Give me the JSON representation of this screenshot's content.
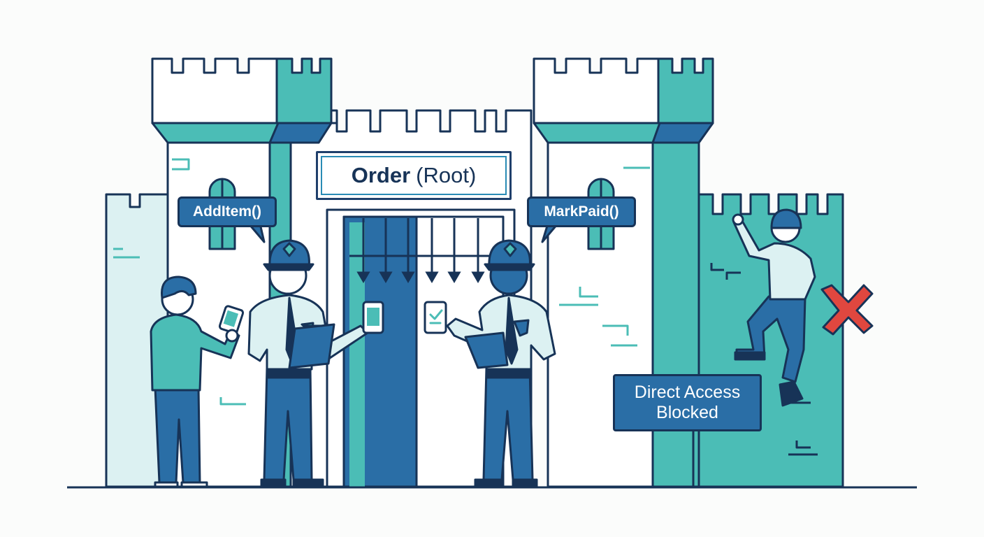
{
  "gate_sign": {
    "title_bold": "Order",
    "title_rest": "(Root)"
  },
  "speech": {
    "add_item": "AddItem()",
    "mark_paid": "MarkPaid()"
  },
  "blocked_sign": {
    "line1": "Direct Access",
    "line2": "Blocked"
  },
  "icons": [
    "castle",
    "guard",
    "clipboard",
    "phone",
    "portcullis",
    "climber",
    "red-x"
  ],
  "colors": {
    "teal": "#4bbdb6",
    "light_teal": "#dcf1f2",
    "navy": "#173357",
    "blue": "#2a6ea6",
    "red": "#e0473f"
  }
}
